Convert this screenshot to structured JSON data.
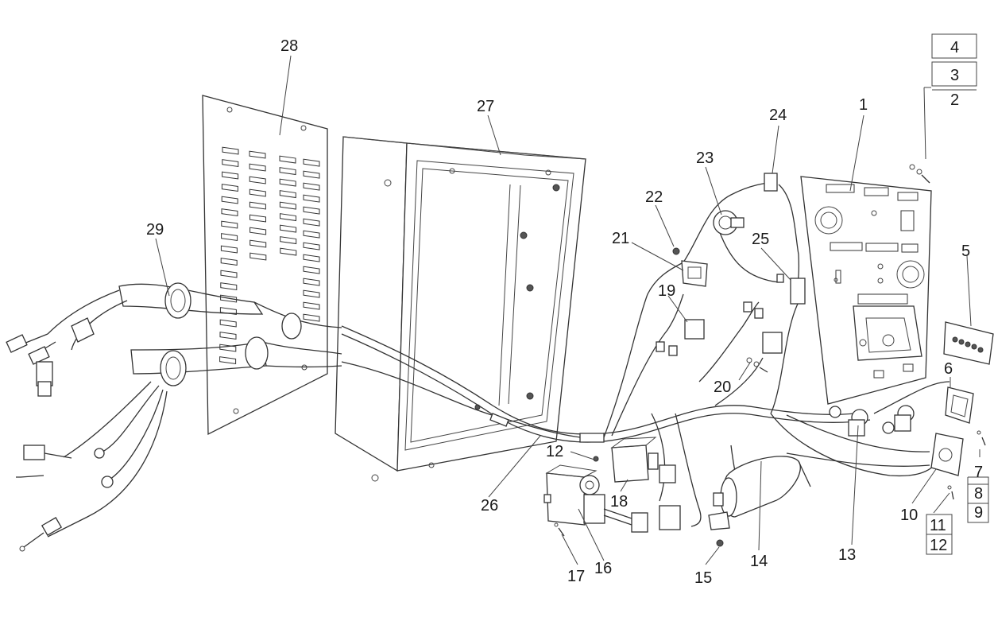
{
  "callouts": {
    "c1": "1",
    "c2": "2",
    "c3": "3",
    "c4": "4",
    "c5": "5",
    "c6": "6",
    "c7": "7",
    "c8": "8",
    "c9": "9",
    "c10": "10",
    "c11": "11",
    "c12": "12",
    "c12b": "12",
    "c13": "13",
    "c14": "14",
    "c15": "15",
    "c16": "16",
    "c17": "17",
    "c18": "18",
    "c19": "19",
    "c20": "20",
    "c21": "21",
    "c22": "22",
    "c23": "23",
    "c24": "24",
    "c25": "25",
    "c26": "26",
    "c27": "27",
    "c28": "28",
    "c29": "29"
  }
}
